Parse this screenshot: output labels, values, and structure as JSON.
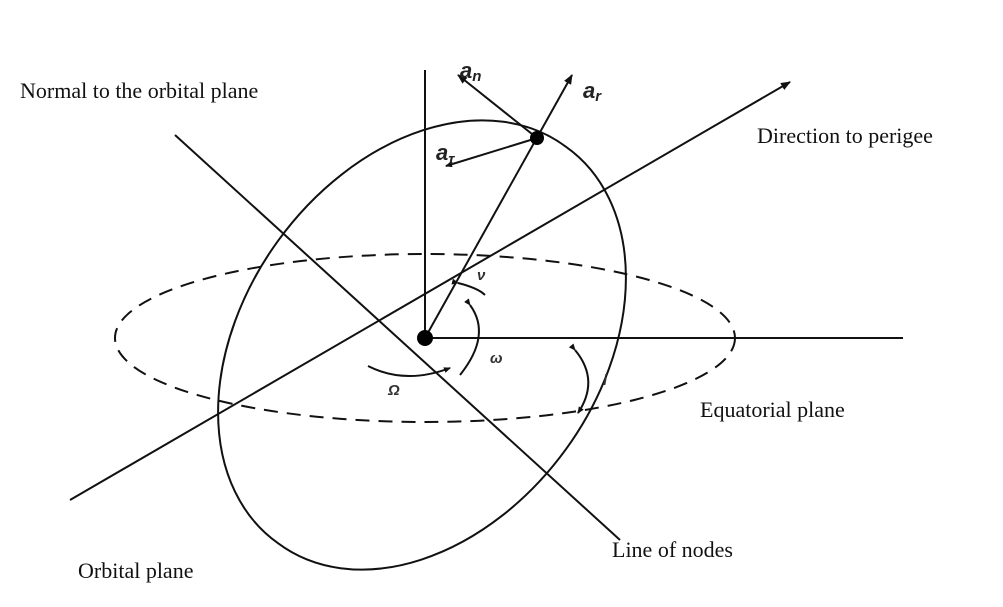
{
  "labels": {
    "normal": "Normal to the orbital plane",
    "perigee": "Direction to perigee",
    "equatorial": "Equatorial plane",
    "nodes": "Line of nodes",
    "orbital": "Orbital plane"
  },
  "vectors": {
    "a_n": {
      "base": "a",
      "sub": "n"
    },
    "a_r": {
      "base": "a",
      "sub": "r"
    },
    "a_tau": {
      "base": "a",
      "sub": "τ"
    }
  },
  "angles": {
    "nu": "ν",
    "omega": "ω",
    "Omega": "Ω",
    "i": "i"
  }
}
